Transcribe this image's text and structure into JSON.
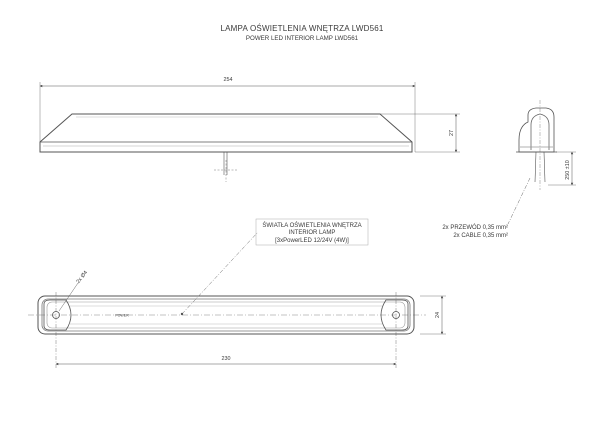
{
  "title": {
    "main": "LAMPA OŚWIETLENIA WNĘTRZA LWD561",
    "sub": "POWER LED INTERIOR LAMP LWD561"
  },
  "dimensions": {
    "overall_length": "254",
    "height": "27",
    "mounting_length": "230",
    "width": "24",
    "hole": "2x Ø4",
    "cable_length": "250 ±10"
  },
  "callouts": {
    "light_source": [
      "ŚWIATŁA OŚWIETLENIA WNĘTRZA",
      "INTERIOR LAMP",
      "[3xPowerLED 12/24V (4W)]"
    ],
    "cable": [
      "2x PRZEWÓD 0,35 mm²",
      "2x CABLE 0,35 mm²"
    ]
  },
  "marks": {
    "lens_label": "POWER"
  }
}
